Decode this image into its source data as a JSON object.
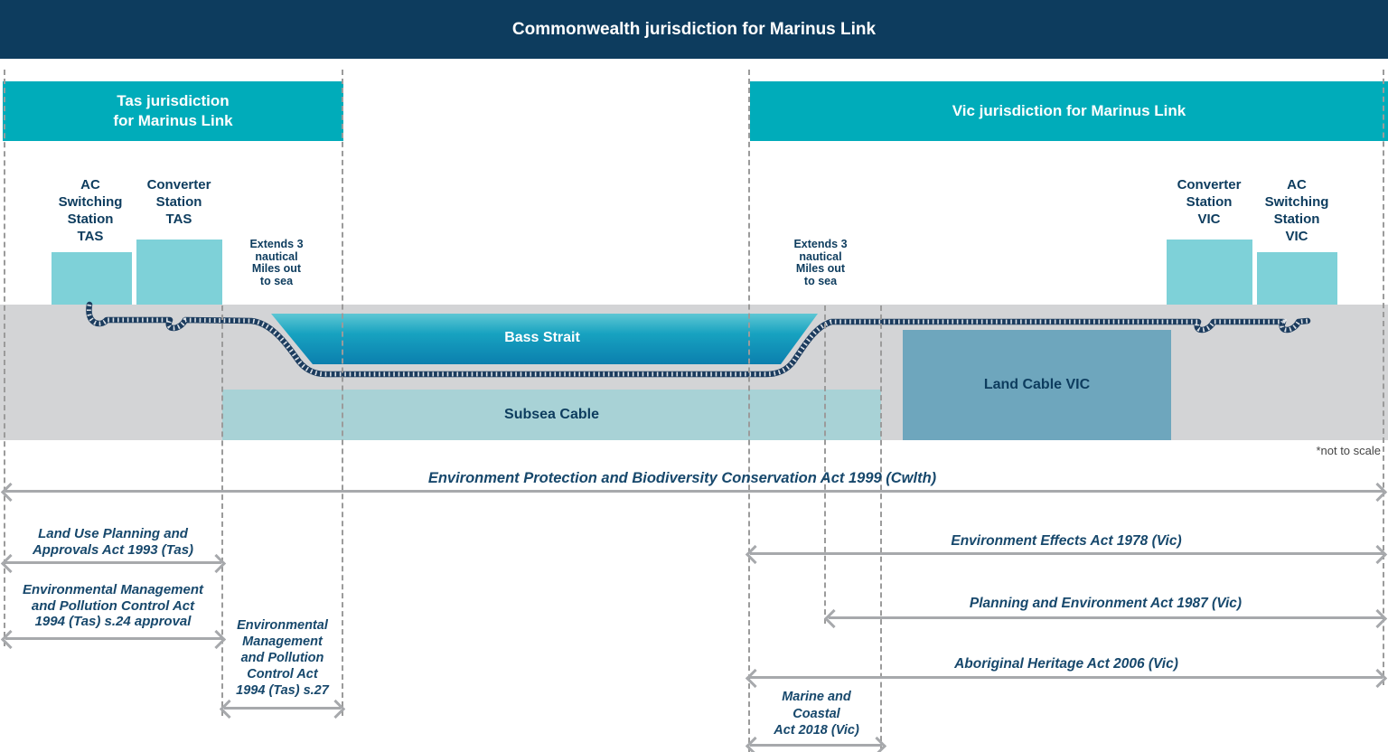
{
  "title_bar": {
    "label": "Commonwealth jurisdiction for Marinus Link"
  },
  "jurisdiction_bars": {
    "tas": {
      "label": "Tas jurisdiction\nfor Marinus Link"
    },
    "vic": {
      "label": "Vic jurisdiction for Marinus Link"
    }
  },
  "stations": {
    "ac_switching_tas": {
      "label": "AC\nSwitching\nStation\nTAS"
    },
    "converter_tas": {
      "label": "Converter\nStation\nTAS"
    },
    "converter_vic": {
      "label": "Converter\nStation\nVIC"
    },
    "ac_switching_vic": {
      "label": "AC\nSwitching\nStation\nVIC"
    }
  },
  "annotations": {
    "extends_tas": {
      "label": "Extends 3\nnautical\nMiles out\nto sea"
    },
    "extends_vic": {
      "label": "Extends 3\nnautical\nMiles out\nto sea"
    },
    "not_to_scale": {
      "label": "*not to scale"
    }
  },
  "features": {
    "bass_strait": {
      "label": "Bass Strait"
    },
    "subsea_cable": {
      "label": "Subsea Cable"
    },
    "land_cable_vic": {
      "label": "Land Cable VIC"
    }
  },
  "acts": {
    "epbc": {
      "label": "Environment Protection and Biodiversity Conservation Act 1999 (Cwlth)"
    },
    "land_use": {
      "label": "Land Use Planning and\nApprovals Act 1993 (Tas)"
    },
    "empca_s24": {
      "label": "Environmental Management\nand Pollution Control Act\n1994 (Tas) s.24 approval"
    },
    "empca_s27": {
      "label": "Environmental\nManagement\nand Pollution\nControl Act\n1994 (Tas) s.27"
    },
    "env_effects": {
      "label": "Environment Effects Act 1978 (Vic)"
    },
    "planning": {
      "label": "Planning and Environment Act 1987 (Vic)"
    },
    "aboriginal_heritage": {
      "label": "Aboriginal Heritage Act 2006 (Vic)"
    },
    "marine_coastal": {
      "label": "Marine and\nCoastal\nAct 2018 (Vic)"
    }
  },
  "colors": {
    "commonwealth_banner": "#0d3c5e",
    "jurisdiction_banner": "#00acba",
    "station_box": "#7ed1d8",
    "water_top": "#5ec7d4",
    "water_bottom": "#0b7fae",
    "ground": "#d3d4d6",
    "subsea_cable_bar": "#a8d2d6",
    "land_cable_box": "#6ea6bd",
    "arrow": "#a7a9ac",
    "act_text": "#17486c",
    "cable_rope": "#1c3c5e"
  }
}
